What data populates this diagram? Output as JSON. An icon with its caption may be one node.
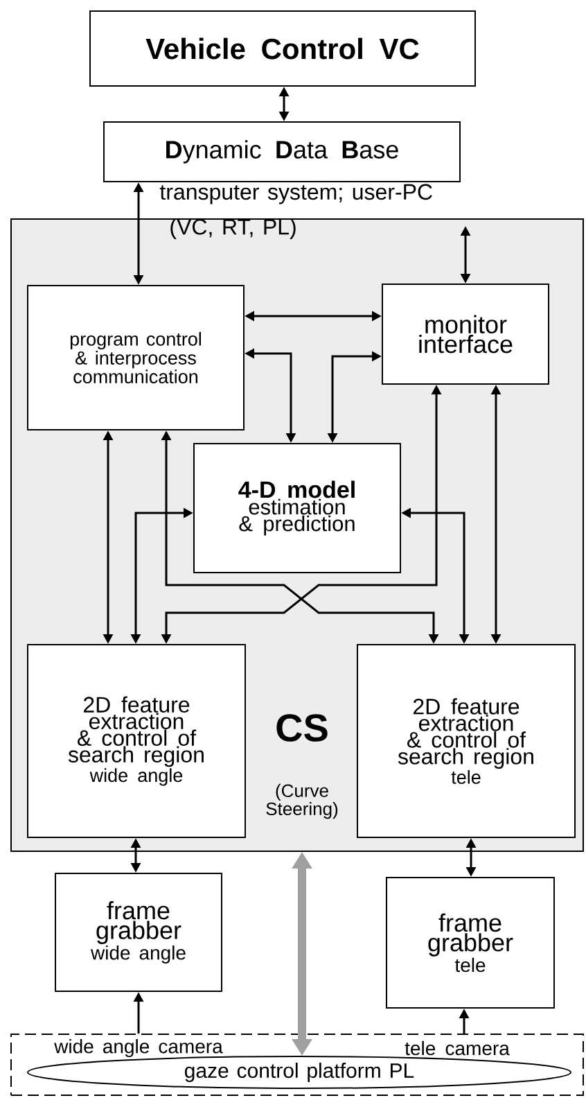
{
  "diagram": {
    "nodes": [
      {
        "text": [
          "Vehicle Control VC"
        ]
      },
      {
        "text": [
          "**D**ynamic **D**ata **B**ase"
        ]
      },
      {
        "text": [
          "CS",
          "(Curve Steering)"
        ]
      },
      {
        "text": [
          "program control & interprocess communication"
        ],
        "in": 2
      },
      {
        "text": [
          "monitor interface"
        ],
        "in": 2
      },
      {
        "text": [
          "4-D model",
          "estimation & prediction"
        ],
        "in": 2
      },
      {
        "text": [
          "2D feature extraction & control of search region",
          "wide angle"
        ],
        "in": 2
      },
      {
        "text": [
          "2D feature extraction & control of search region",
          "tele"
        ],
        "in": 2
      },
      {
        "text": [
          "frame grabber",
          "wide angle"
        ]
      },
      {
        "text": [
          "frame grabber",
          "tele"
        ]
      },
      {
        "text": [
          "wide angle camera",
          "tele camera"
        ]
      },
      {
        "text": [
          "gaze control platform PL"
        ],
        "in": 10
      }
    ],
    "edges": [
      {
        "from": 0,
        "to": 1,
        "arrow": "both"
      },
      {
        "from": 1,
        "to": 3,
        "arrow": "both"
      },
      {
        "from": null,
        "to": 4,
        "arrow": "both"
      },
      {
        "from": 3,
        "to": 4,
        "arrow": "both"
      },
      {
        "from": 3,
        "to": 5,
        "arrow": "both"
      },
      {
        "from": 4,
        "to": 5,
        "arrow": "both"
      },
      {
        "from": 3,
        "to": 6,
        "arrow": "both"
      },
      {
        "from": 6,
        "to": 5,
        "arrow": "both"
      },
      {
        "from": 3,
        "to": 7,
        "arrow": "both"
      },
      {
        "from": 4,
        "to": 6,
        "arrow": "both"
      },
      {
        "from": 5,
        "to": 7,
        "arrow": "both"
      },
      {
        "from": 4,
        "to": 7,
        "arrow": "both"
      },
      {
        "from": 6,
        "to": 8,
        "arrow": "both"
      },
      {
        "from": 7,
        "to": 9,
        "arrow": "both"
      },
      {
        "from": 10,
        "to": 8,
        "arrow": "to"
      },
      {
        "from": 10,
        "to": 9,
        "arrow": "to"
      },
      {
        "from": 2,
        "to": 11,
        "arrow": "both",
        "style": "thick",
        "color": "#a0a0a0"
      }
    ],
    "labels": [
      "transputer system;  user-PC",
      "(VC, RT, PL)"
    ]
  }
}
